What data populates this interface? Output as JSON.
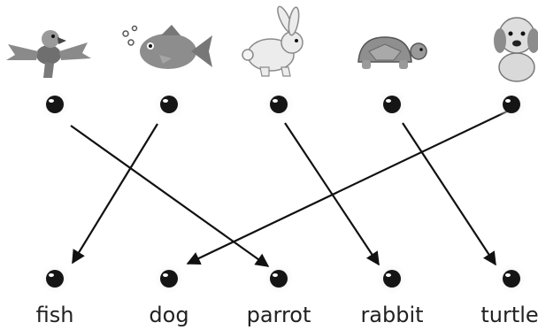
{
  "animals": [
    {
      "name": "parrot",
      "icon": "parrot-icon"
    },
    {
      "name": "fish",
      "icon": "fish-icon"
    },
    {
      "name": "rabbit",
      "icon": "rabbit-icon"
    },
    {
      "name": "turtle",
      "icon": "turtle-icon"
    },
    {
      "name": "dog",
      "icon": "dog-icon"
    }
  ],
  "words": [
    "fish",
    "dog",
    "parrot",
    "rabbit",
    "turtle"
  ],
  "matches": [
    {
      "from": "parrot",
      "to": "parrot"
    },
    {
      "from": "fish",
      "to": "fish"
    },
    {
      "from": "rabbit",
      "to": "rabbit"
    },
    {
      "from": "turtle",
      "to": "turtle"
    },
    {
      "from": "dog",
      "to": "dog"
    }
  ],
  "colors": {
    "line": "#111111",
    "dot": "#151515",
    "dot_highlight": "#ffffff",
    "dot_halo": "#e6e6e6"
  }
}
